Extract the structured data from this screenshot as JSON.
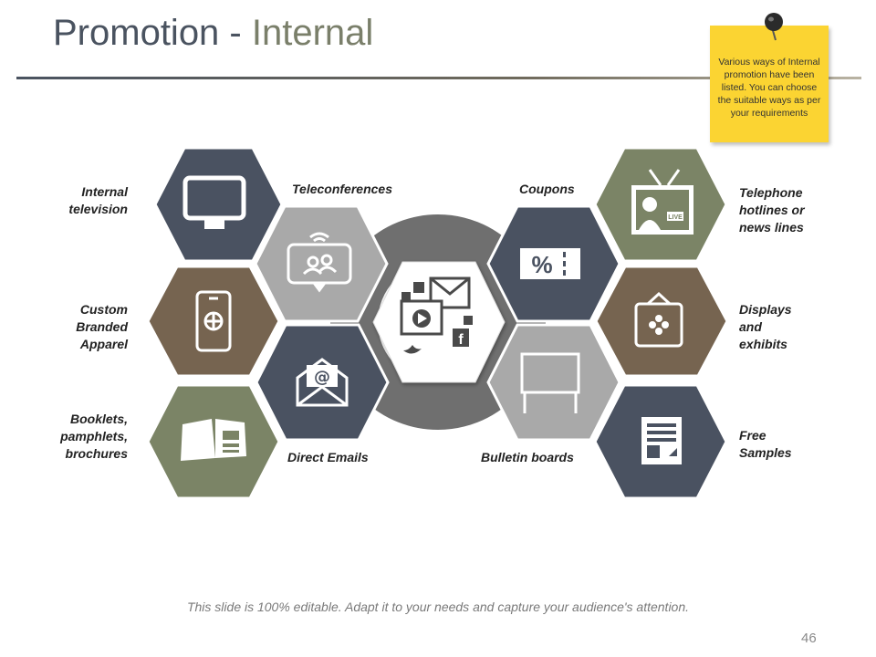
{
  "title": {
    "part1": "Promotion - ",
    "part2": "Internal"
  },
  "note": "Various ways of Internal promotion have been listed. You can choose the suitable ways as per your requirements",
  "colors": {
    "dark_slate": "#4a5261",
    "brown": "#766450",
    "olive": "#7b8466",
    "gray": "#a9a9a9",
    "ring": "#6f6f6f"
  },
  "items": [
    {
      "label": "Internal television",
      "icon": "monitor-icon"
    },
    {
      "label": "Custom Branded Apparel",
      "icon": "smartphone-globe-icon"
    },
    {
      "label": "Booklets, pamphlets, brochures",
      "icon": "open-booklet-icon"
    },
    {
      "label": "Teleconferences",
      "icon": "video-call-icon"
    },
    {
      "label": "Direct Emails",
      "icon": "email-envelope-icon"
    },
    {
      "label": "Coupons",
      "icon": "coupon-icon"
    },
    {
      "label": "Bulletin boards",
      "icon": "bulletin-board-icon"
    },
    {
      "label": "Telephone hotlines or news lines",
      "icon": "live-tv-icon"
    },
    {
      "label": "Displays and exhibits",
      "icon": "display-frame-icon"
    },
    {
      "label": "Free Samples",
      "icon": "sample-document-icon"
    }
  ],
  "center_icon": "social-media-icon",
  "footer": "This slide is 100% editable. Adapt it to your needs and capture your audience's attention.",
  "page_number": "46"
}
